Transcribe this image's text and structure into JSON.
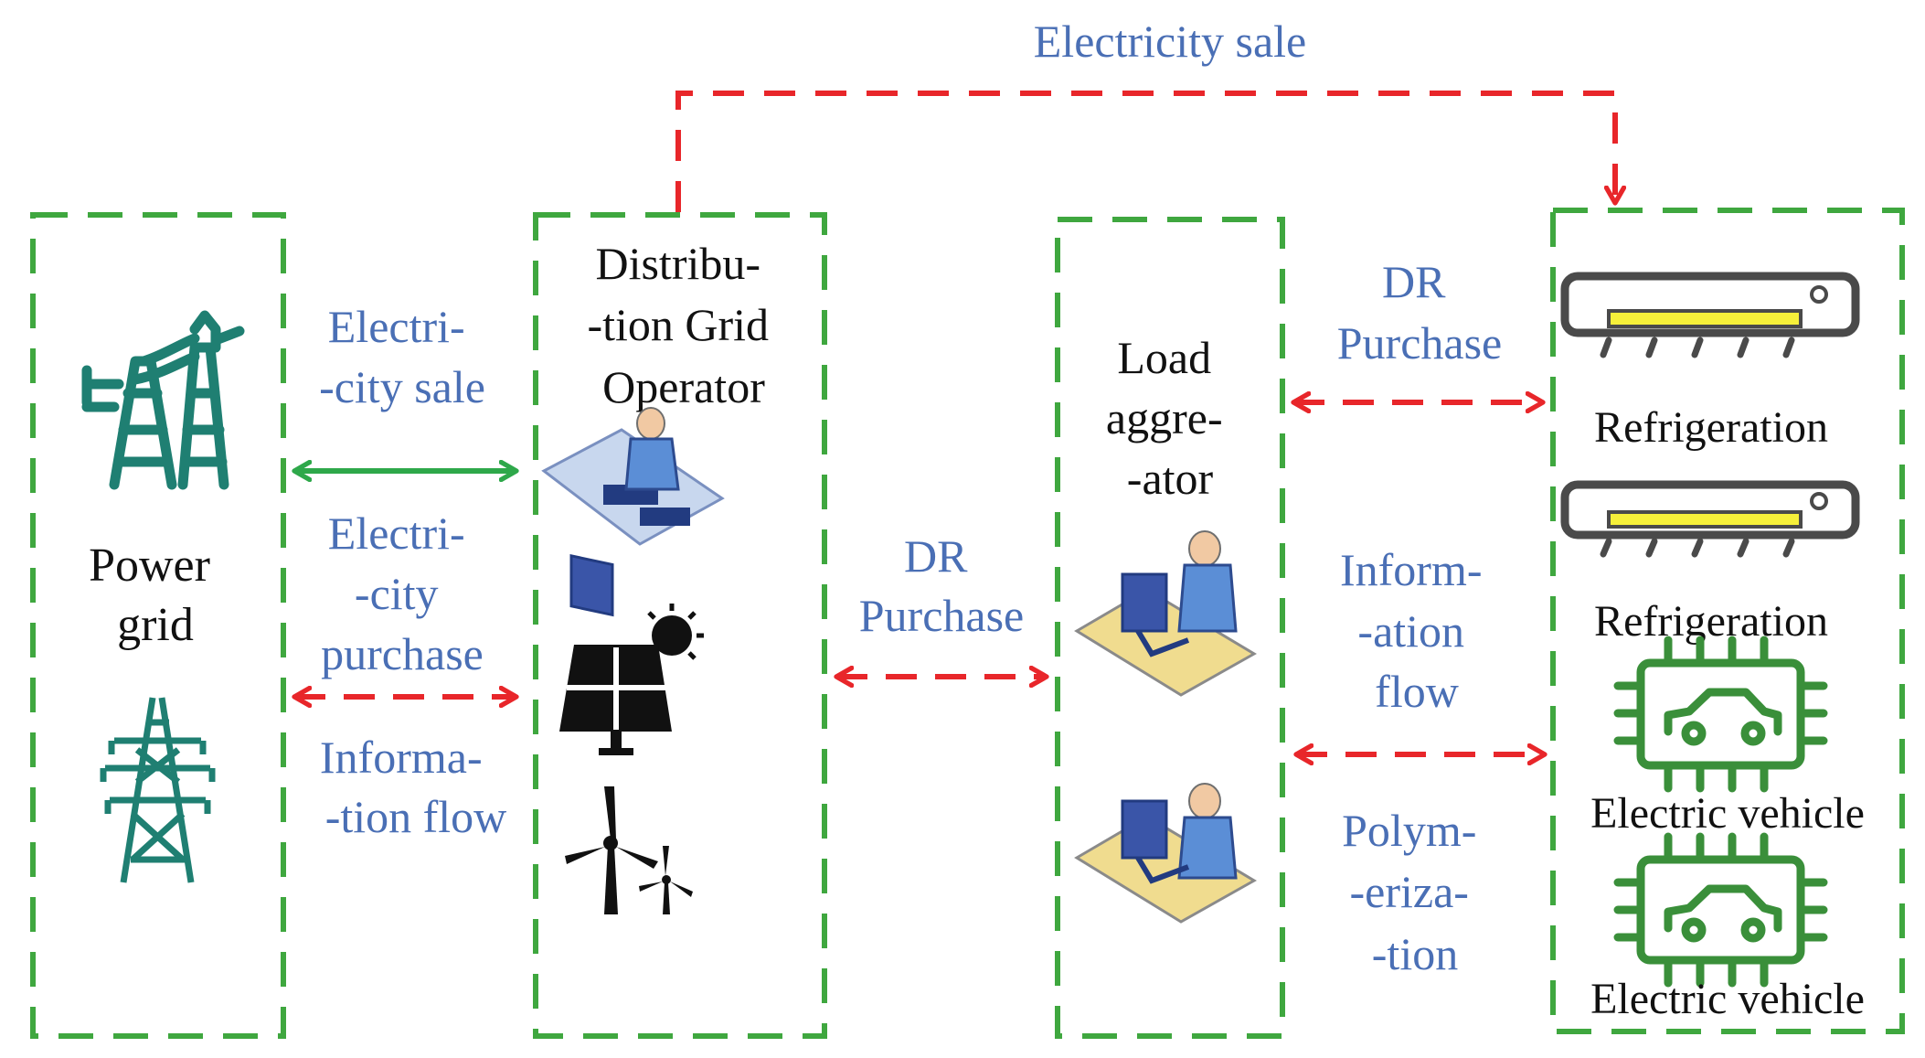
{
  "colors": {
    "box_border": "#3fa73f",
    "flow_red": "#e8262a",
    "flow_green": "#2ea84a",
    "label_blue": "#4a6fb5",
    "icon_teal": "#1f7f72",
    "icon_green": "#3a8f3a"
  },
  "top": {
    "sale_label": "Electricity sale"
  },
  "power_grid": {
    "title_lines": [
      "Power",
      "grid"
    ],
    "icons": [
      "transmission-tower-icon",
      "pylon-icon"
    ]
  },
  "link_grid_dso": {
    "sale_lines": [
      "Electri-",
      "-city sale"
    ],
    "purchase_lines": [
      "Electri-",
      "-city",
      "purchase"
    ],
    "info_lines": [
      "Informa-",
      "-tion flow"
    ]
  },
  "dso": {
    "title_lines": [
      "Distribu-",
      "-tion Grid",
      "Operator"
    ],
    "icons": [
      "operator-desk-icon",
      "solar-panel-icon",
      "wind-turbine-icon"
    ]
  },
  "link_dso_la": {
    "label_lines": [
      "DR",
      "Purchase"
    ]
  },
  "load_aggregator": {
    "title_lines": [
      "Load",
      "aggre-",
      "-ator"
    ],
    "icons": [
      "operator-desk-icon",
      "operator-desk-icon"
    ]
  },
  "link_la_users": {
    "dr_lines": [
      "DR",
      "Purchase"
    ],
    "info_lines": [
      "Inform-",
      "-ation",
      "flow"
    ],
    "poly_lines": [
      "Polym-",
      "-eriza-",
      "-tion"
    ]
  },
  "users": {
    "items": [
      {
        "label": "Refrigeration",
        "icon": "air-conditioner-icon"
      },
      {
        "label": "Refrigeration",
        "icon": "air-conditioner-icon"
      },
      {
        "label": "Electric vehicle",
        "icon": "electric-vehicle-chip-icon"
      },
      {
        "label": "Electric vehicle",
        "icon": "electric-vehicle-chip-icon"
      }
    ]
  }
}
